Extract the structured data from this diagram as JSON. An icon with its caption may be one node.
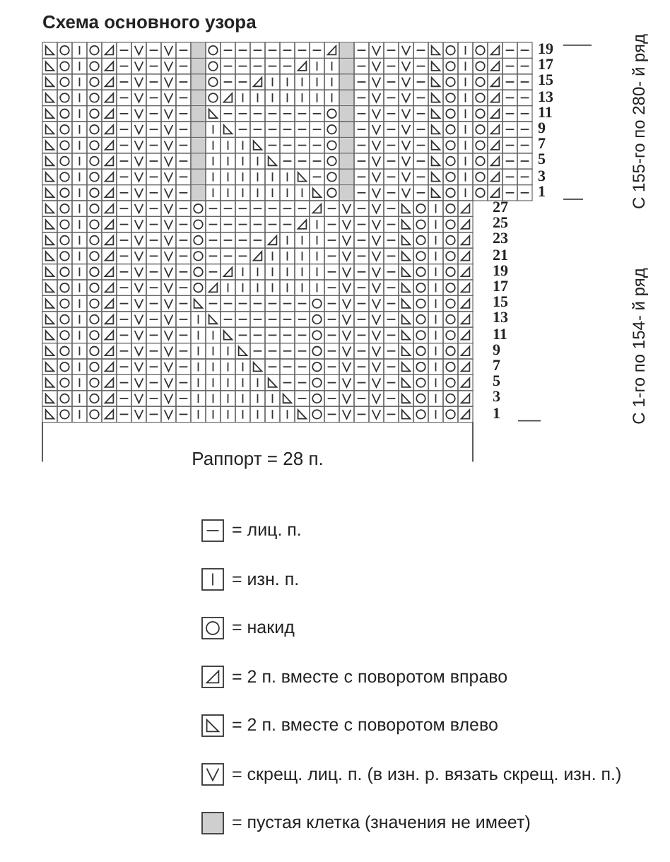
{
  "diagram": {
    "title": "Схема основного узора",
    "labels": [
      "19",
      "17",
      "15",
      "13",
      "11",
      "9",
      "7",
      "5",
      "3",
      "1",
      "С 155-го по 280- й ряд",
      "27",
      "25",
      "23",
      "21",
      "19",
      "17",
      "15",
      "13",
      "11",
      "9",
      "7",
      "5",
      "3",
      "1",
      "С 1-го по 154- й ряд",
      "Раппорт = 28 п."
    ],
    "legend": [
      {
        "text": "= лиц. п."
      },
      {
        "text": "= изн. п."
      },
      {
        "text": "= накид"
      },
      {
        "text": "= 2 п. вместе с поворотом вправо"
      },
      {
        "text": "= 2 п. вместе с поворотом влево"
      },
      {
        "text": "= скрещ. лиц. п. (в изн. р. вязать скрещ. изн. п.)"
      },
      {
        "text": "= пустая клетка (значения не имеет)"
      }
    ]
  }
}
